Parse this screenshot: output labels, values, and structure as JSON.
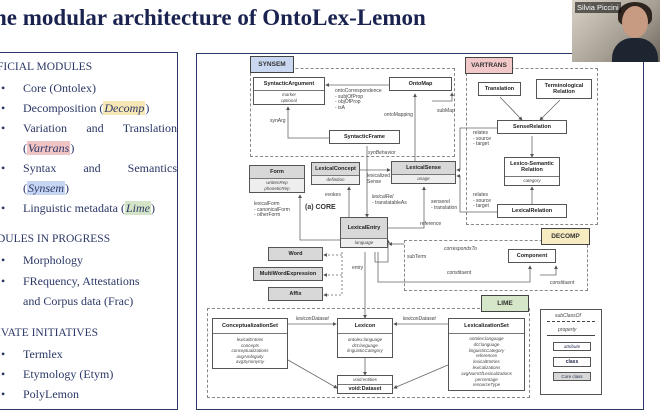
{
  "slide": {
    "title": "he modular architecture of OntoLex-Lemon"
  },
  "webcam": {
    "name": "Silvia Piccini"
  },
  "left_panel": {
    "official_heading": "FICIAL MODULES",
    "official": [
      "Core (Ontolex)",
      "Decomposition (",
      "Variation and Translation",
      "Syntax and Semantics",
      "Linguistic metadata ("
    ],
    "decomp": "Decomp",
    "vartrans": "Vartrans",
    "synsem": "Synsem",
    "lime": "Lime",
    "progress_heading": "DULES IN PROGRESS",
    "progress": [
      "Morphology",
      "FRequency, Attestations",
      "and Corpus data (Frac)"
    ],
    "private_heading": "IVATE INITIATIVES",
    "private": [
      "Termlex",
      "Etymology (Etym)",
      "PolyLemon"
    ],
    "colors": {
      "decomp": "#f6e7b4",
      "vartrans": "#f0c4c4",
      "synsem": "#c5d5f2",
      "lime": "#d3e5c6"
    }
  },
  "diagram": {
    "modules": {
      "synsem": "SYNSEM",
      "vartrans": "VARTRANS",
      "decomp": "DECOMP",
      "lime": "LIME",
      "core": "(a) CORE"
    },
    "classes": {
      "syntactic_argument": {
        "name": "SyntacticArgument",
        "attrs": [
          "marker",
          "optional"
        ]
      },
      "onto_map": {
        "name": "OntoMap"
      },
      "syntactic_frame": {
        "name": "SyntacticFrame"
      },
      "form": {
        "name": "Form",
        "attrs": [
          "writtenRep",
          "phoneticRep"
        ]
      },
      "lexical_concept": {
        "name": "LexicalConcept",
        "attrs": [
          "definition"
        ]
      },
      "lexical_sense": {
        "name": "LexicalSense",
        "attrs": [
          "usage"
        ]
      },
      "lexical_entry": {
        "name": "LexicalEntry",
        "attrs": [
          "language"
        ]
      },
      "word": {
        "name": "Word"
      },
      "mwe": {
        "name": "MultiWordExpression"
      },
      "affix": {
        "name": "Affix"
      },
      "translation": {
        "name": "Translation"
      },
      "terminological_relation": {
        "name": "Terminological Relation"
      },
      "sense_relation": {
        "name": "SenseRelation"
      },
      "lexico_semantic_relation": {
        "name": "Lexico-Semantic Relation",
        "attrs": [
          "category"
        ]
      },
      "lexical_relation": {
        "name": "LexicalRelation"
      },
      "component": {
        "name": "Component"
      },
      "conceptualization_set": {
        "name": "ConceptualizationSet",
        "attrs": [
          "lexicalEntries",
          "concepts",
          "conceptualizations",
          "avgAmbiguity",
          "avgSynonymy"
        ]
      },
      "lexicon": {
        "name": "Lexicon",
        "attrs": [
          "ontolex:language",
          "dct:language",
          "linguisticCategory"
        ]
      },
      "void_dataset": {
        "name": "void:Dataset",
        "attrs": [
          "void:entities"
        ]
      },
      "lexicalization_set": {
        "name": "LexicalizationSet",
        "attrs": [
          "ontolex:language",
          "dct:language",
          "linguisticCategory",
          "references",
          "lexicalEntries",
          "lexicalizations",
          "avgNumOfLexicalizations",
          "percentage",
          "resourceType"
        ]
      }
    },
    "edges": {
      "onto_corr": [
        "ontoCorrespondence",
        "- subjOfProp",
        "- objOfProp",
        "- isA"
      ],
      "onto_mapping": "ontoMapping",
      "sub_map": "subMap",
      "syn_arg": "synArg",
      "syn_behavior": "synBehavior",
      "lexicalized_sense": [
        "lexicalized",
        "Sense"
      ],
      "evokes": "evokes",
      "lexical_form": [
        "lexicalForm",
        "- canonicalForm",
        "- otherForm"
      ],
      "lexical_rel": [
        "lexicalRel",
        "- translatableAs"
      ],
      "senserel": [
        "senserel",
        "- translation"
      ],
      "reference": "reference",
      "relates1": [
        "relates",
        "- source",
        "- target"
      ],
      "relates2": [
        "relates",
        "- source",
        "- target"
      ],
      "corresponds_to": "correspondsTo",
      "sub_term": "subTerm",
      "constituent": "constituent",
      "constituent2": "constituent",
      "entry": "entry",
      "lexicon_dataset1": "lexiconDataset",
      "lexicon_dataset2": "lexiconDataset"
    },
    "legend": {
      "subclass": "subClassOf",
      "property": "property",
      "attribute": "attribute",
      "class": "class",
      "core_class": "Core class"
    }
  }
}
